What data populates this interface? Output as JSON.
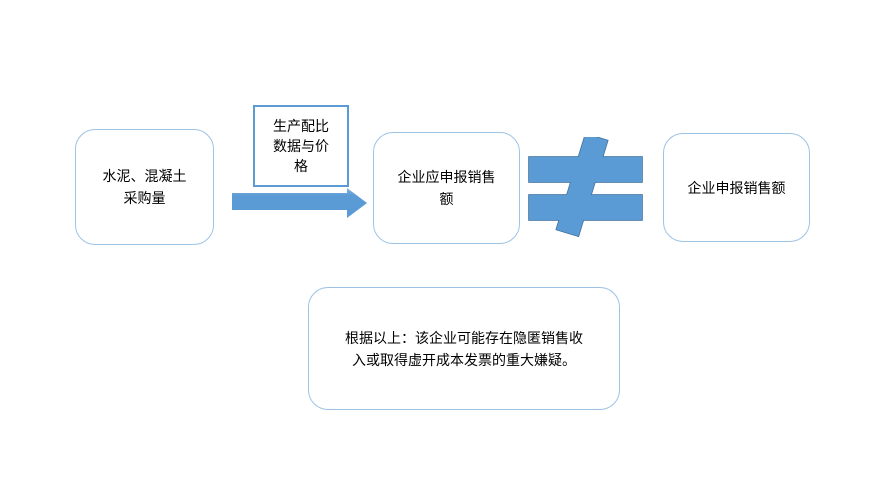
{
  "colors": {
    "accent_fill": "#5b9bd5",
    "accent_border": "#41719c",
    "node_border": "#9dc3e6",
    "label_border": "#5b9bd5",
    "background": "#ffffff"
  },
  "diagram": {
    "source_box": {
      "lines": [
        "水泥、混凝土",
        "采购量"
      ]
    },
    "arrow_label": {
      "lines": [
        "生产配比",
        "数据与价",
        "格"
      ]
    },
    "expected_box": {
      "lines": [
        "企业应申报销售",
        "额"
      ]
    },
    "not_equal_symbol": "≠",
    "declared_box": {
      "lines": [
        "企业申报销售额"
      ]
    },
    "conclusion_box": {
      "lines": [
        "根据以上：该企业可能存在隐匿销售收",
        "入或取得虚开成本发票的重大嫌疑。"
      ]
    }
  }
}
